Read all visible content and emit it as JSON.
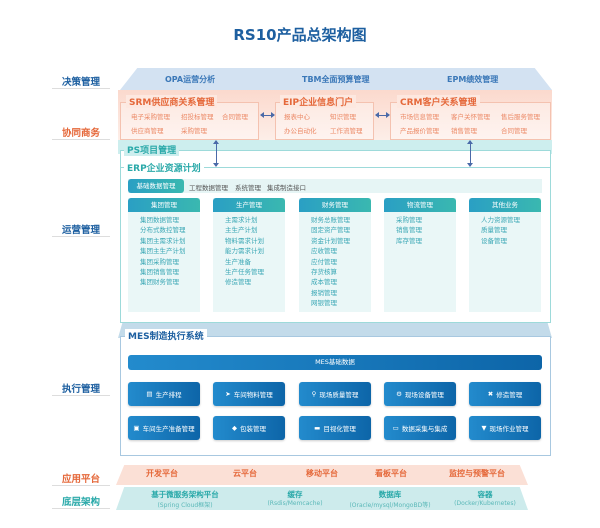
{
  "title": "RS10产品总架构图",
  "layers": {
    "decision": "决策管理",
    "collab": "协同商务",
    "ops": "运营管理",
    "exec": "执行管理",
    "app": "应用平台",
    "base": "底层架构"
  },
  "decision": [
    "OPA运营分析",
    "TBM全面预算管理",
    "EPM绩效管理"
  ],
  "srm": {
    "title": "SRM供应商关系管理",
    "items": [
      "电子采购管理",
      "招投标管理",
      "合同管理",
      "供应商管理",
      "采购管理"
    ]
  },
  "eip": {
    "title": "EIP企业信息门户",
    "items": [
      "报表中心",
      "知识管理",
      "办公自动化",
      "工作流管理"
    ]
  },
  "crm": {
    "title": "CRM客户关系管理",
    "items": [
      "市场信息管理",
      "客户关怀管理",
      "售后服务管理",
      "产品报价管理",
      "销售管理",
      "合同管理"
    ]
  },
  "ps": "PS项目管理",
  "erp": {
    "title": "ERP企业资源计划",
    "tabs": [
      "基础数据管理",
      "工程数据管理",
      "系统管理",
      "集成制造接口"
    ],
    "columns": [
      {
        "title": "集团管理",
        "items": [
          "集团数据管理",
          "分布式数控管理",
          "集团主需求计划",
          "集团主生产计划",
          "集团采购管理",
          "集团销售管理",
          "集团财务管理"
        ]
      },
      {
        "title": "生产管理",
        "items": [
          "主需求计划",
          "主生产计划",
          "物料需求计划",
          "能力需求计划",
          "生产准备",
          "生产任务管理",
          "修造管理"
        ]
      },
      {
        "title": "财务管理",
        "items": [
          "财务总账管理",
          "固定资产管理",
          "资金计划管理",
          "应收管理",
          "应付管理",
          "存货核算",
          "成本管理",
          "报销管理",
          "网银管理"
        ]
      },
      {
        "title": "物流管理",
        "items": [
          "采购管理",
          "销售管理",
          "库存管理"
        ]
      },
      {
        "title": "其他业务",
        "items": [
          "人力资源管理",
          "质量管理",
          "设备管理"
        ]
      }
    ]
  },
  "mes": {
    "title": "MES制造执行系统",
    "base": "MES基础数据",
    "modules": [
      {
        "label": "生产排程",
        "icon": "calendar-icon"
      },
      {
        "label": "车间物料管理",
        "icon": "forklift-icon"
      },
      {
        "label": "现场质量管理",
        "icon": "inspector-icon"
      },
      {
        "label": "现场设备管理",
        "icon": "robot-arm-icon"
      },
      {
        "label": "修造管理",
        "icon": "tools-icon"
      },
      {
        "label": "车间生产准备管理",
        "icon": "worker-clipboard-icon"
      },
      {
        "label": "包装管理",
        "icon": "package-icon"
      },
      {
        "label": "目视化管理",
        "icon": "monitor-icon"
      },
      {
        "label": "数据采集与集成",
        "icon": "data-screen-icon"
      },
      {
        "label": "现场作业管理",
        "icon": "drill-icon"
      }
    ]
  },
  "app_platform": [
    "开发平台",
    "云平台",
    "移动平台",
    "看板平台",
    "监控与预警平台"
  ],
  "base_arch": [
    {
      "name": "基于微服务架构平台",
      "detail": "(Spring Cloud框架)"
    },
    {
      "name": "缓存",
      "detail": "(Rsdis/Memcache)"
    },
    {
      "name": "数据库",
      "detail": "(Oracle/mysql/MongoBD等)"
    },
    {
      "name": "容器",
      "detail": "(Docker/Kubernetes)"
    }
  ],
  "colors": {
    "blue": "#1d5fa0",
    "orange": "#e5683a",
    "teal": "#2aa9a9"
  }
}
